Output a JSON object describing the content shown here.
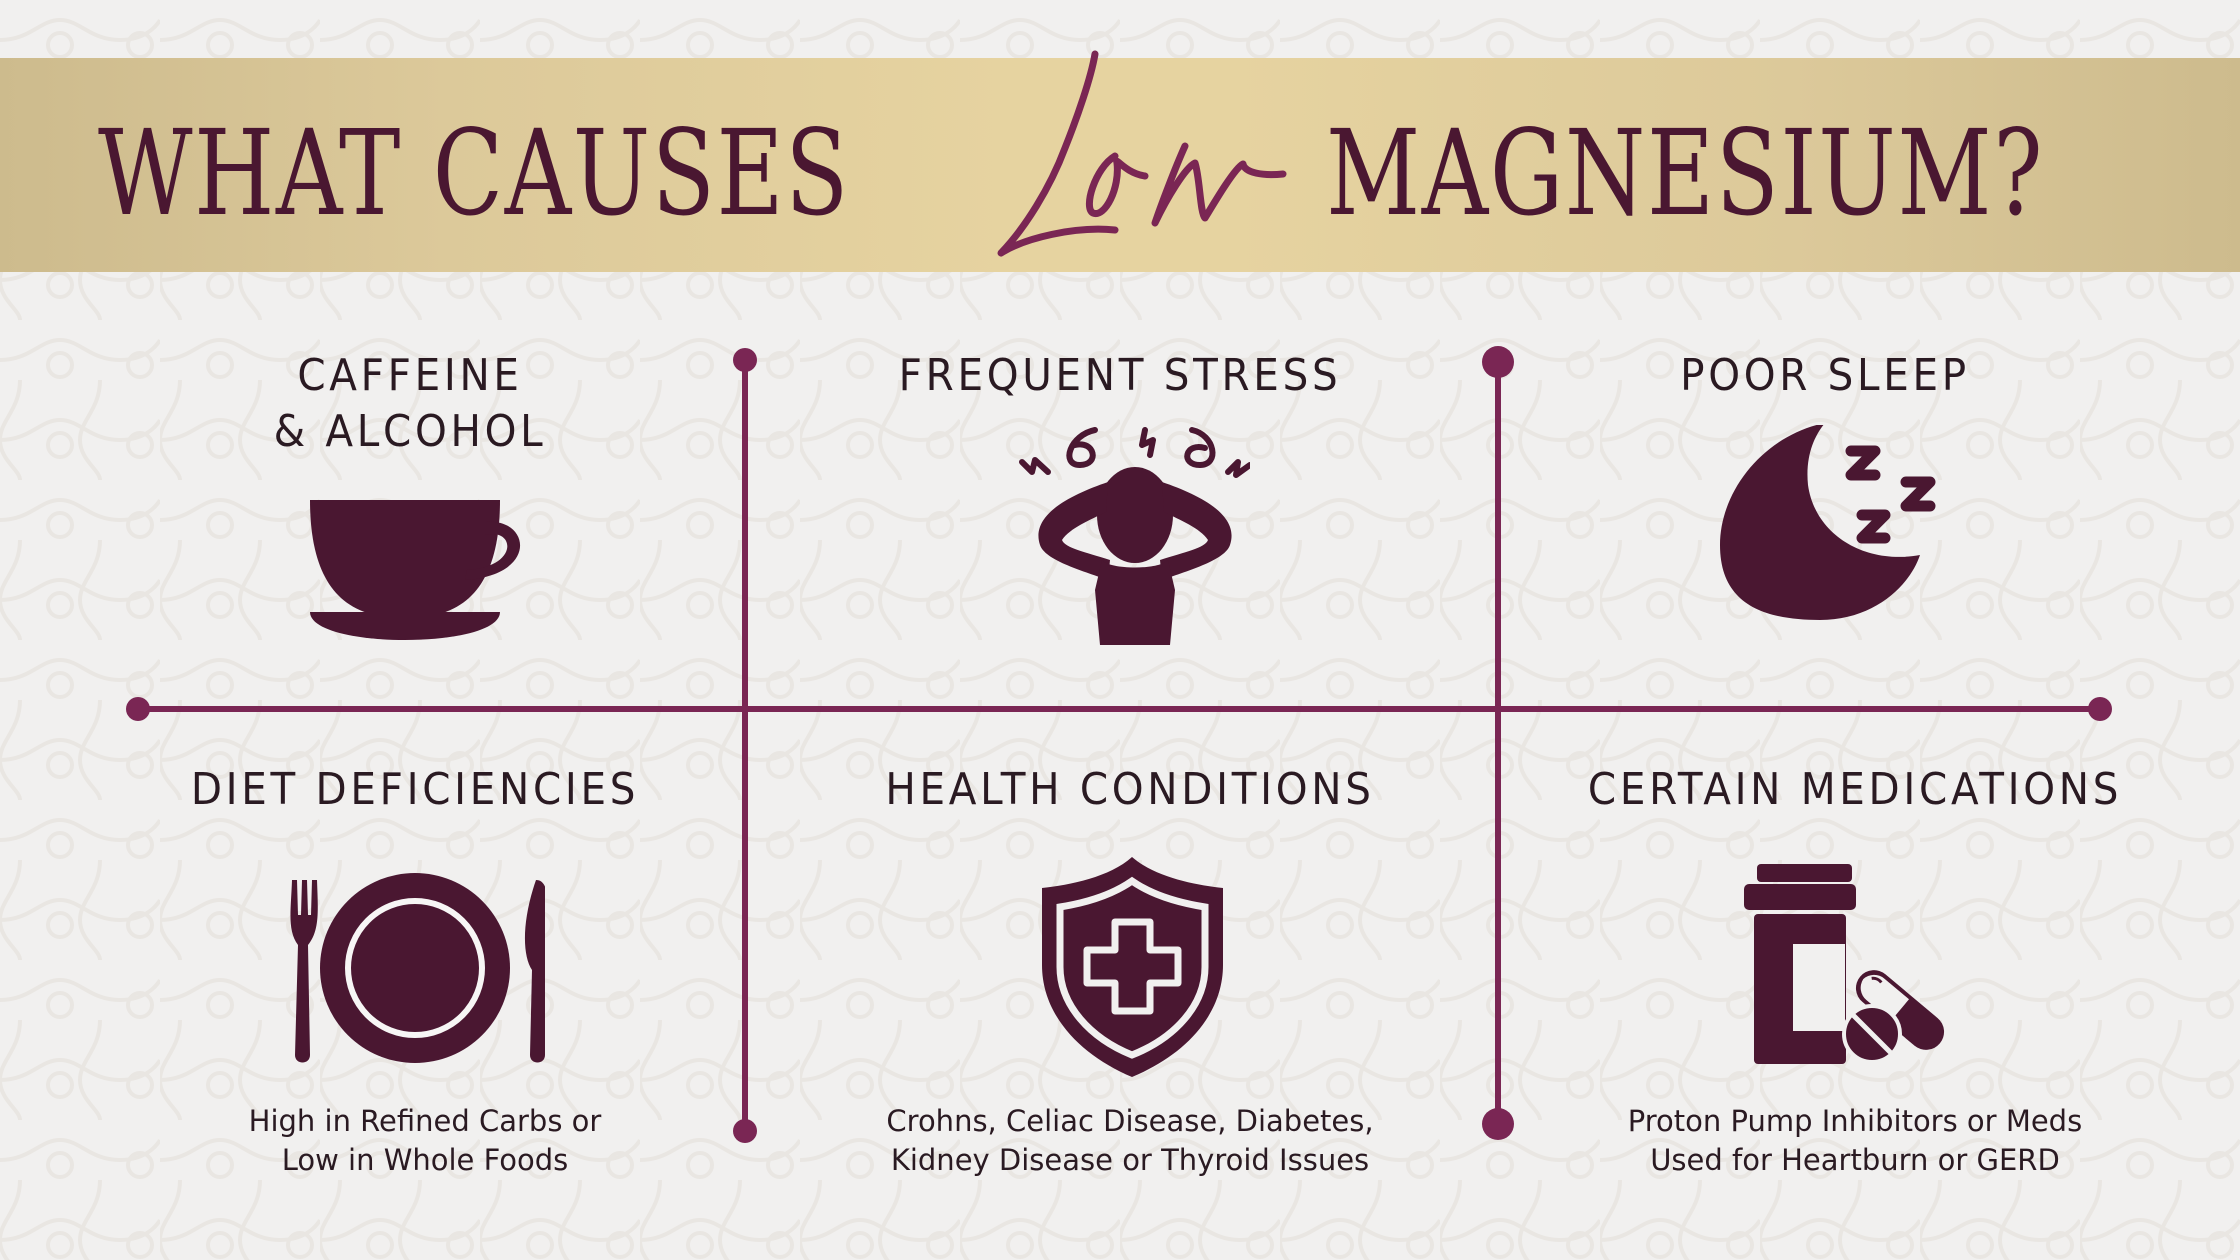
{
  "header": {
    "title_before": "WHAT CAUSES",
    "title_script": "Low",
    "title_after": "MAGNESIUM?"
  },
  "colors": {
    "banner_gold": "#e6d3a0",
    "banner_tan": "#cdbb8d",
    "accent_line": "#7a2654",
    "icon_fill": "#4a1731",
    "text": "#2a1a22",
    "background": "#f1f0ef"
  },
  "causes": [
    {
      "title_line1": "CAFFEINE",
      "title_line2": "& ALCOHOL",
      "icon": "coffee-cup-icon",
      "description_line1": "",
      "description_line2": ""
    },
    {
      "title_line1": "FREQUENT STRESS",
      "title_line2": "",
      "icon": "stressed-person-icon",
      "description_line1": "",
      "description_line2": ""
    },
    {
      "title_line1": "POOR SLEEP",
      "title_line2": "",
      "icon": "moon-zzz-icon",
      "description_line1": "",
      "description_line2": ""
    },
    {
      "title_line1": "DIET DEFICIENCIES",
      "title_line2": "",
      "icon": "plate-fork-knife-icon",
      "description_line1": "High in Refined Carbs or",
      "description_line2": "Low in Whole Foods"
    },
    {
      "title_line1": "HEALTH CONDITIONS",
      "title_line2": "",
      "icon": "shield-cross-icon",
      "description_line1": "Crohns, Celiac Disease, Diabetes,",
      "description_line2": "Kidney Disease or Thyroid Issues"
    },
    {
      "title_line1": "CERTAIN MEDICATIONS",
      "title_line2": "",
      "icon": "pill-bottle-icon",
      "description_line1": "Proton Pump Inhibitors or Meds",
      "description_line2": "Used for Heartburn or GERD"
    }
  ]
}
